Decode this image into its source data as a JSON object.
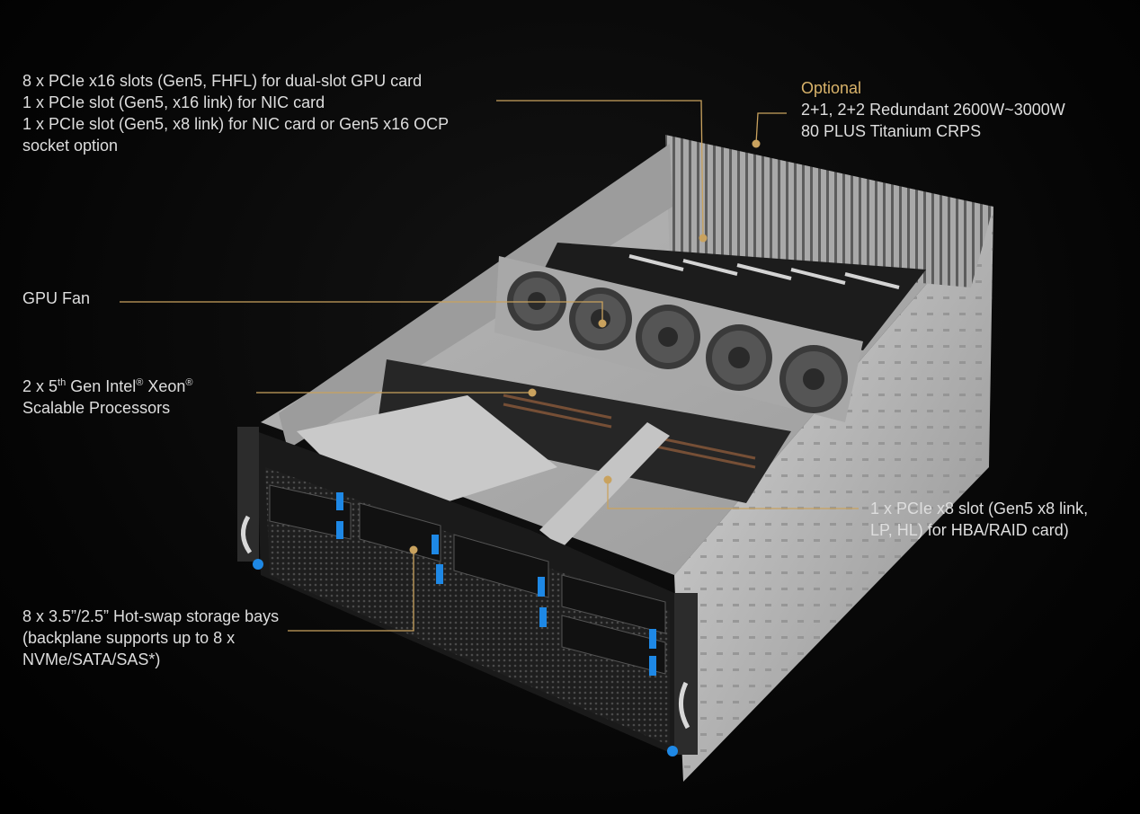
{
  "callouts": {
    "pcie_slots": {
      "lines": [
        "8 x PCIe x16 slots (Gen5, FHFL) for dual-slot GPU card",
        "1 x PCIe slot (Gen5, x16 link) for NIC card",
        "1 x PCIe slot (Gen5, x8 link) for NIC card or Gen5 x16 OCP",
        "socket option"
      ]
    },
    "psu": {
      "heading": "Optional",
      "lines": [
        "2+1, 2+2 Redundant 2600W~3000W",
        "80 PLUS Titanium CRPS"
      ]
    },
    "gpu_fan": {
      "lines": [
        "GPU Fan"
      ]
    },
    "processors": {
      "pre": "2 x 5",
      "sup1": "th",
      "mid": " Gen Intel",
      "sup2": "®",
      "post": " Xeon",
      "sup3": "®",
      "line2": "Scalable Processors"
    },
    "hba_slot": {
      "lines": [
        "1 x PCIe x8 slot (Gen5 x8 link,",
        "LP, HL) for HBA/RAID card)"
      ]
    },
    "storage": {
      "lines": [
        "8 x 3.5”/2.5” Hot-swap storage bays",
        "(backplane supports up to 8 x",
        "NVMe/SATA/SAS*)"
      ]
    }
  },
  "colors": {
    "background": "#000000",
    "text": "#dedede",
    "accent_gold": "#d9b36a",
    "leader_line": "#c9a25e",
    "chassis_light": "#c8c8c8",
    "chassis_dark": "#2a2a2a",
    "drive_tab_blue": "#1e88e5"
  }
}
